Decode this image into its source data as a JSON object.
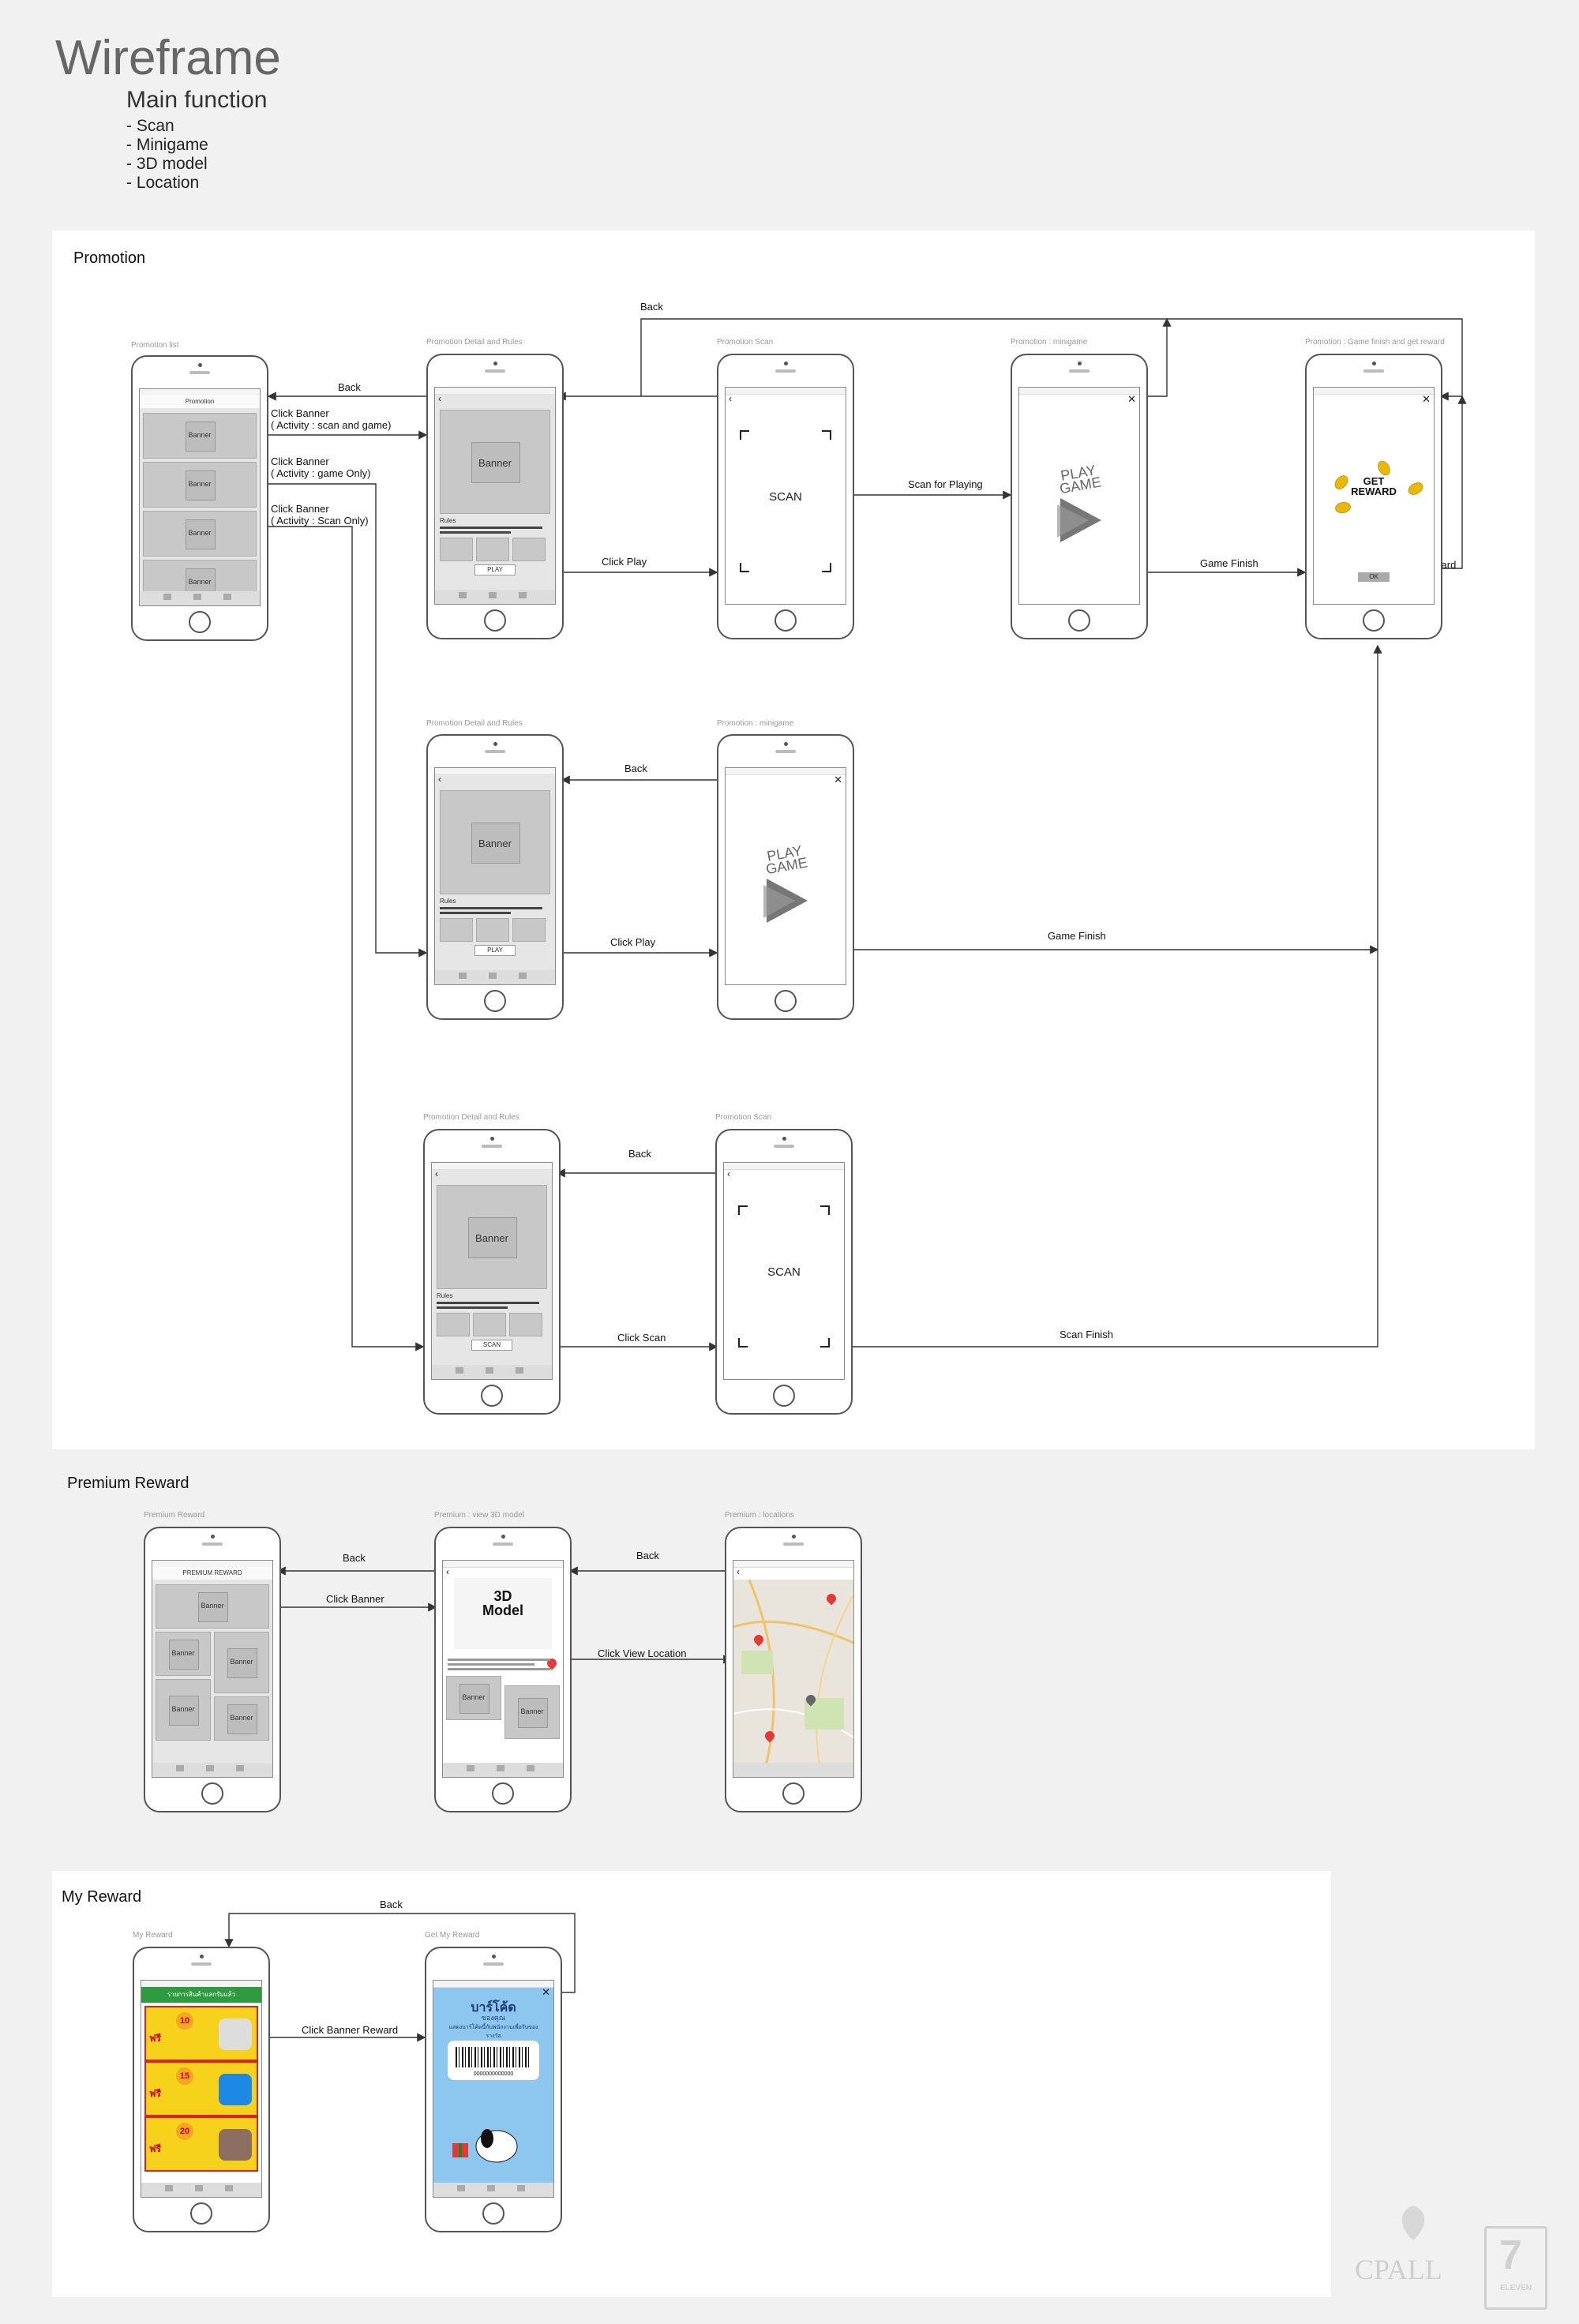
{
  "header": {
    "title": "Wireframe",
    "subtitle": "Main function",
    "features": [
      "- Scan",
      "- Minigame",
      "- 3D model",
      "- Location"
    ]
  },
  "sections": {
    "promotion": "Promotion",
    "premium": "Premium Reward",
    "myreward": "My Reward"
  },
  "screens": {
    "promotion_list": "Promotion list",
    "promo_detail": "Promotion Detail and Rules",
    "promo_scan": "Promotion Scan",
    "promo_minigame": "Promotion : minigame",
    "promo_finish": "Promotion : Game finish and get reward",
    "premium_reward": "Premium Reward",
    "premium_3d": "Premium : view 3D model",
    "premium_locations": "Premium : locations",
    "my_reward": "My Reward",
    "get_my_reward": "Get My Reward"
  },
  "ui": {
    "nav_promotion": "Promotion",
    "nav_premium": "PREMIUM REWARD",
    "banner": "Banner",
    "rules": "Rules",
    "play": "PLAY",
    "scan_btn": "SCAN",
    "scan": "SCAN",
    "play_game_1": "PLAY",
    "play_game_2": "GAME",
    "get_reward_1": "GET",
    "get_reward_2": "REWARD",
    "ok": "OK",
    "model_1": "3D",
    "model_2": "Model",
    "myreward_header": "รายการสินค้าแลกรับแล้ว",
    "getreward_title": "บาร์โค้ด",
    "getreward_sub": "ของคุณ",
    "getreward_text": "แสดงบาร์โค้ดนี้กับพนักงานเพื่อรับของรางวัล",
    "barcode_num": "0000000000000",
    "promo_badges": [
      "10",
      "15",
      "20"
    ],
    "promo_word": "ฟรี"
  },
  "arrows": {
    "back": "Back",
    "click_banner": "Click Banner",
    "act_scan_game": "( Activity : scan and game)",
    "act_game": "( Activity : game Only)",
    "act_scan": "( Activity : Scan Only)",
    "click_play": "Click Play",
    "scan_for_playing": "Scan for Playing",
    "game_finish": "Game Finish",
    "get_reward": "Get Reward",
    "click_scan": "Click Scan",
    "scan_finish": "Scan Finish",
    "click_view_location": "Click View Location",
    "click_banner_reward": "Click Banner Reward"
  },
  "brand": {
    "logo_text": "CPALL",
    "seven_text": "ELEVEN"
  },
  "colors": {
    "background": "#f1f1f1",
    "panel": "#ffffff",
    "line": "#333333",
    "reward_red": "#e02020",
    "reward_yellow": "#f7d21c",
    "coin": "#e8b90c",
    "map_pin": "#e53935",
    "myreward_green": "#2e9b3f",
    "get_bg": "#8dc7ef"
  }
}
